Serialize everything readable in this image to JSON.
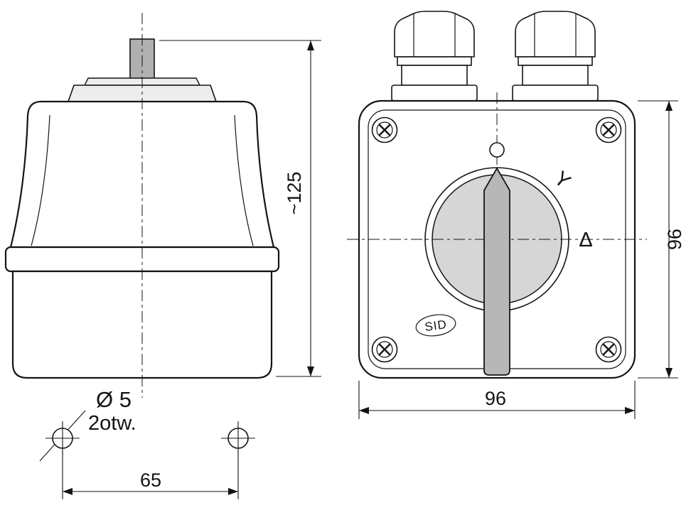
{
  "side_view": {
    "height_dimension": "~125",
    "hole_diameter_label": "Ø 5",
    "hole_count_label": "2otw.",
    "hole_spacing_dimension": "65"
  },
  "front_view": {
    "width_dimension": "96",
    "height_dimension": "96",
    "brand_label": "SID",
    "position_star_label": "Y",
    "position_delta_label": "Δ"
  },
  "colors": {
    "line": "#141414",
    "shaft_gray": "#b0b0b0",
    "handle_gray": "#b7b7b7",
    "disc_gray": "#d6d6d6",
    "cap_gray": "#ededed"
  }
}
